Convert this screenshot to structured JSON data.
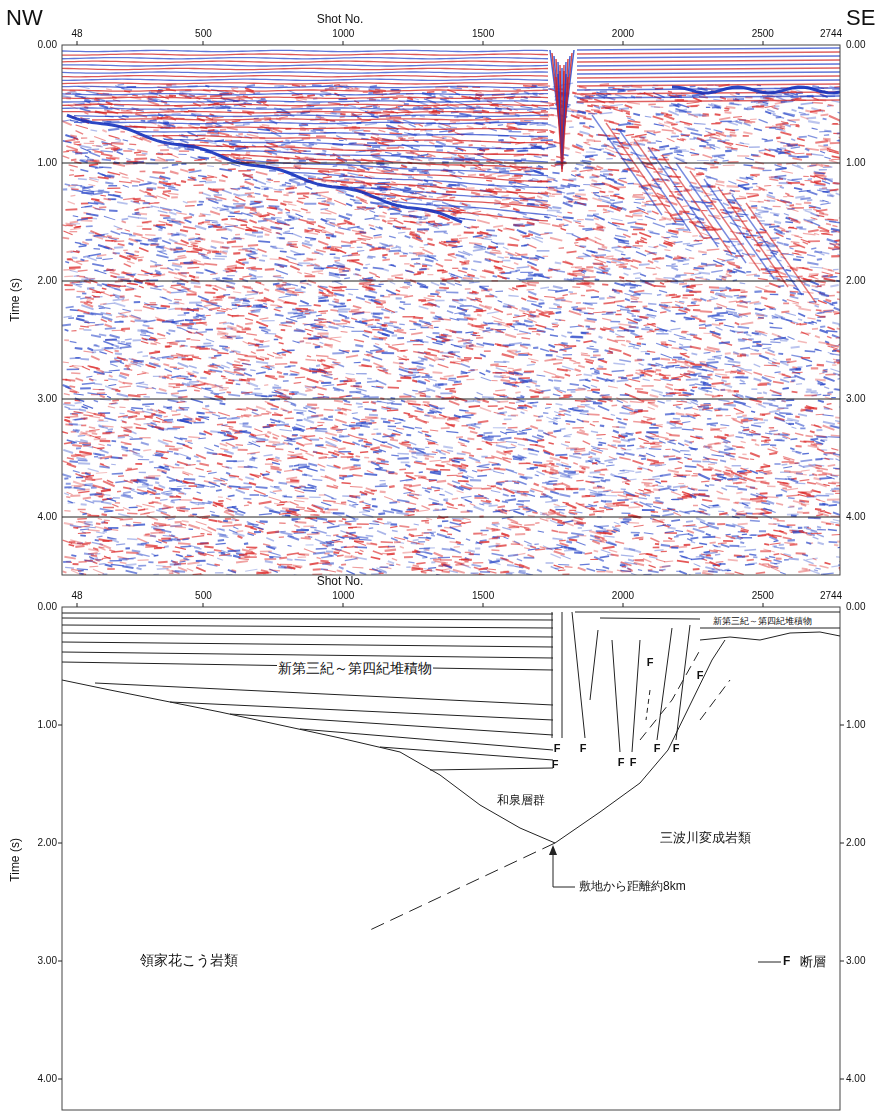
{
  "diagram": {
    "labels": [
      "NW",
      "SE",
      "Shot No.",
      "48",
      "500",
      "1000",
      "1500",
      "2000",
      "2500",
      "2744",
      "0.00",
      "1.00",
      "2.00",
      "3.00",
      "4.00",
      "0.00",
      "1.00",
      "2.00",
      "3.00",
      "4.00",
      "Time (s)",
      "Shot No.",
      "48",
      "500",
      "1000",
      "1500",
      "2000",
      "2500",
      "2744",
      "0.00",
      "1.00",
      "2.00",
      "3.00",
      "4.00",
      "0.00",
      "1.00",
      "2.00",
      "3.00",
      "4.00",
      "Time (s)",
      "新第三紀～第四紀堆積物",
      "新第三紀～第四紀堆積物",
      "和泉層群",
      "三波川変成岩類",
      "領家花こう岩類",
      "敷地から距離約8km",
      "F",
      "F",
      "F",
      "F",
      "F",
      "F",
      "F",
      "F",
      "F",
      "F"
    ],
    "legend": [
      {
        "text": "断層"
      }
    ]
  }
}
